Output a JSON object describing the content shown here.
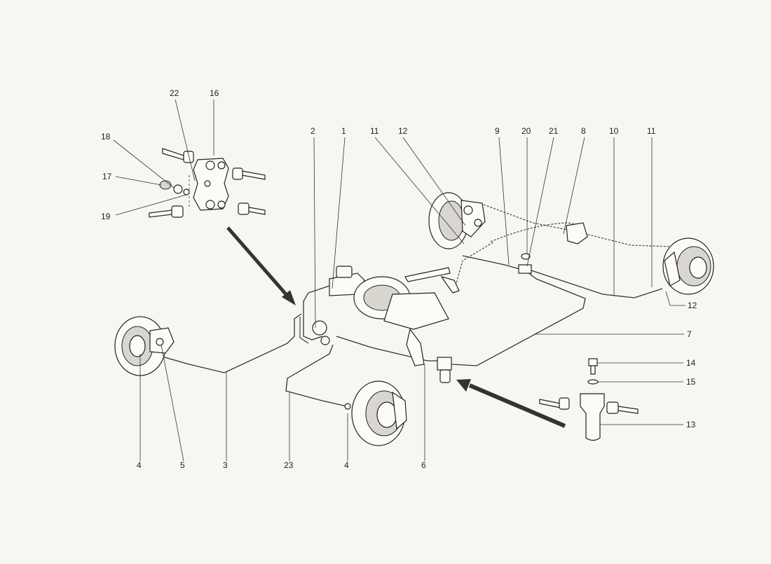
{
  "callouts": {
    "c16": "16",
    "c22": "22",
    "c18": "18",
    "c17": "17",
    "c19": "19",
    "c2": "2",
    "c1": "1",
    "c11a": "11",
    "c12a": "12",
    "c9": "9",
    "c20": "20",
    "c21": "21",
    "c8": "8",
    "c10": "10",
    "c11b": "11",
    "c12b": "12",
    "c7": "7",
    "c14": "14",
    "c15": "15",
    "c13": "13",
    "c4a": "4",
    "c5": "5",
    "c3": "3",
    "c23": "23",
    "c4b": "4",
    "c6": "6"
  },
  "colors": {
    "ink": "#222222",
    "paper": "#f7f6f2"
  }
}
